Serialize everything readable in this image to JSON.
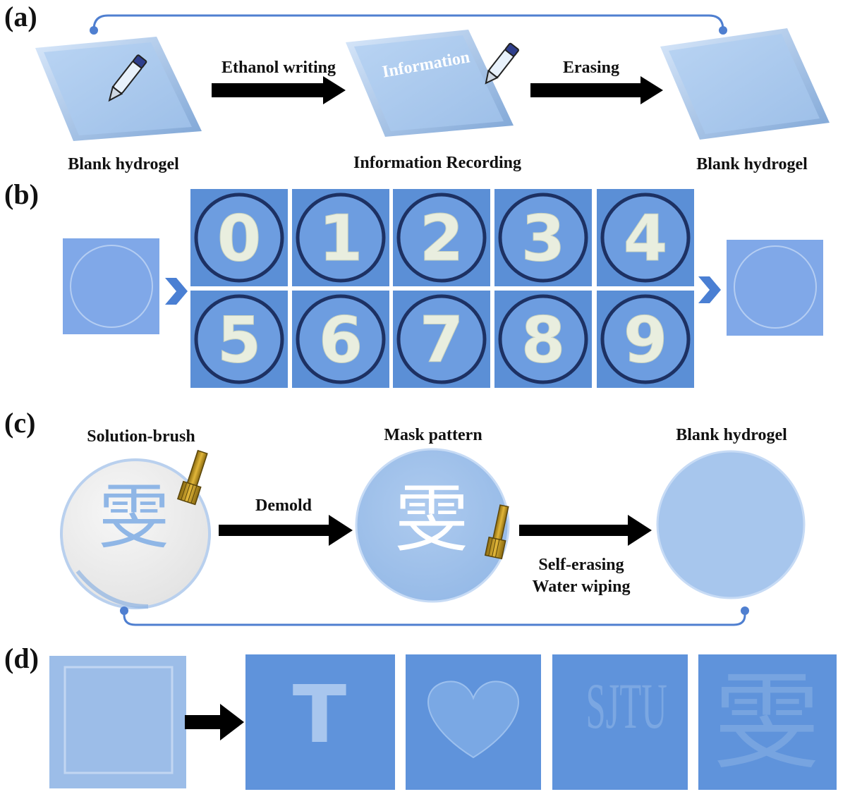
{
  "panels": {
    "a": {
      "label": "(a)",
      "step1_caption": "Blank hydrogel",
      "arrow1_label": "Ethanol writing",
      "gel_text": "Information",
      "step2_caption": "Information Recording",
      "arrow2_label": "Erasing",
      "step3_caption": "Blank hydrogel"
    },
    "b": {
      "label": "(b)",
      "digits": [
        "0",
        "1",
        "2",
        "3",
        "4",
        "5",
        "6",
        "7",
        "8",
        "9"
      ]
    },
    "c": {
      "label": "(c)",
      "step1_caption": "Solution-brush",
      "step2_caption": "Mask pattern",
      "step3_caption": "Blank hydrogel",
      "arrow1_label": "Demold",
      "arrow2_label_line1": "Self-erasing",
      "arrow2_label_line2": "Water wiping",
      "character": "雯"
    },
    "d": {
      "label": "(d)",
      "samples": [
        "T",
        "heart",
        "SJTU",
        "雯"
      ]
    }
  },
  "colors": {
    "gel": "#a9c8ec",
    "gel_edge": "#7fa6d6",
    "photo_blue": "#5b8fd6",
    "dark_ring": "#1d3163",
    "arrow": "#000000",
    "connector": "#4f7fd0",
    "chevron": "#4a7fd3",
    "brush_gold": "#c49a1e"
  },
  "icons": [
    "pen-icon",
    "brush-icon",
    "chevron-right-icon",
    "heart-icon"
  ]
}
